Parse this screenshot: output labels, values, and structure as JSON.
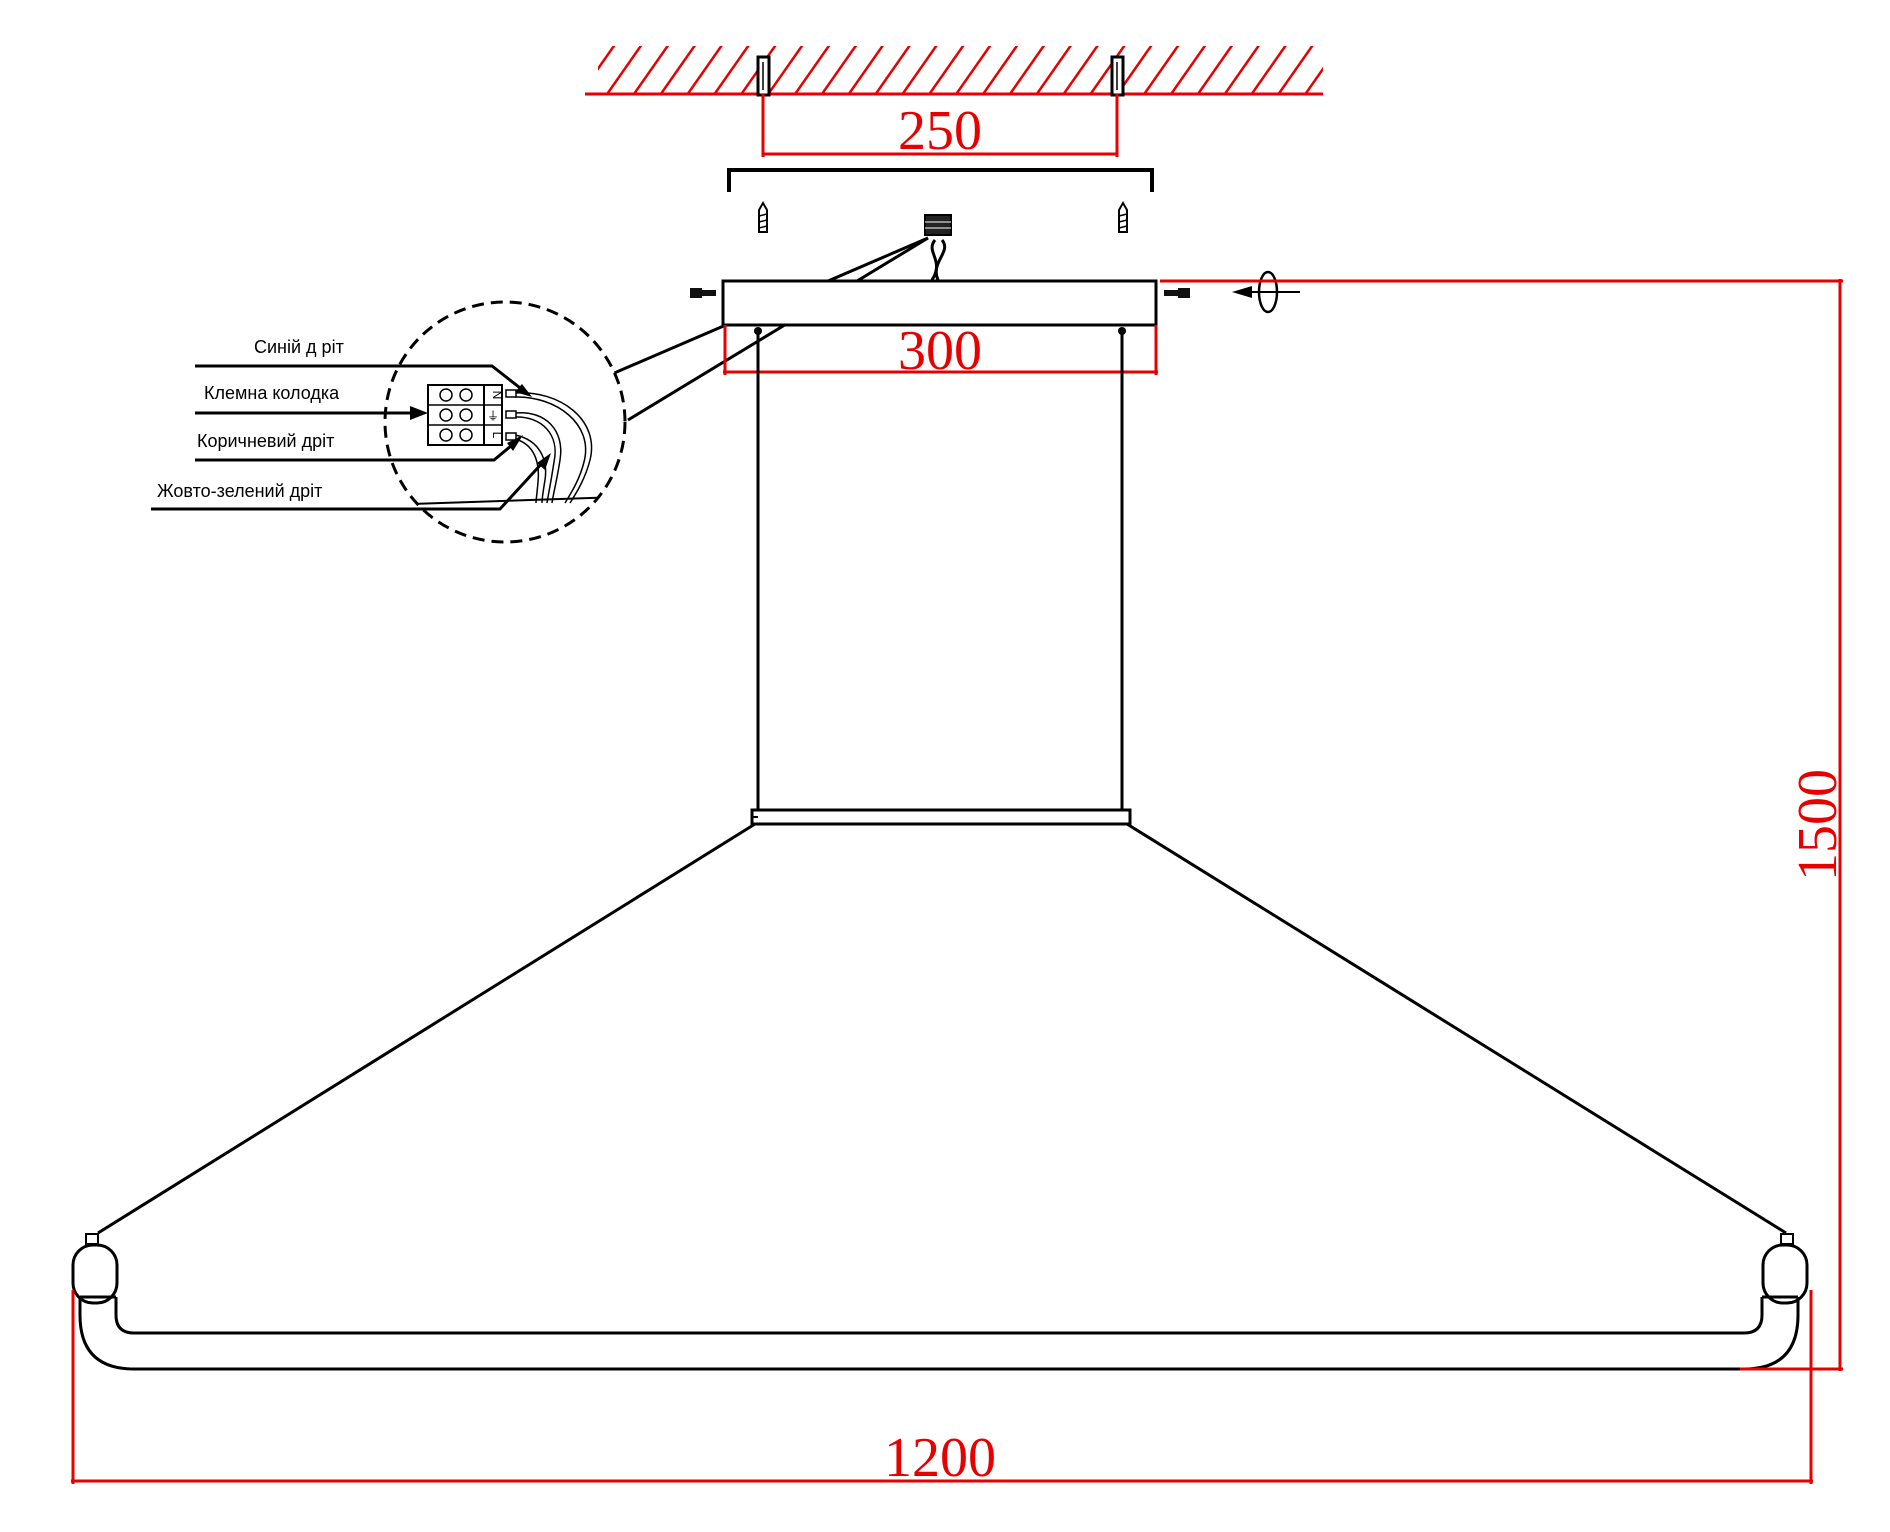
{
  "dimensions": {
    "mount_spacing": "250",
    "canopy_width": "300",
    "total_height": "1500",
    "total_width": "1200"
  },
  "wiring_labels": {
    "blue_wire": "Синій д ріт",
    "terminal_block": "Клемна колодка",
    "brown_wire": "Коричневий дріт",
    "yellow_green_wire": "Жовто-зелений дріт"
  },
  "terminal_marks": {
    "neutral": "N",
    "live": "L",
    "earth": "⏚"
  },
  "colors": {
    "dimension": "#e60000",
    "drawing": "#000000"
  }
}
